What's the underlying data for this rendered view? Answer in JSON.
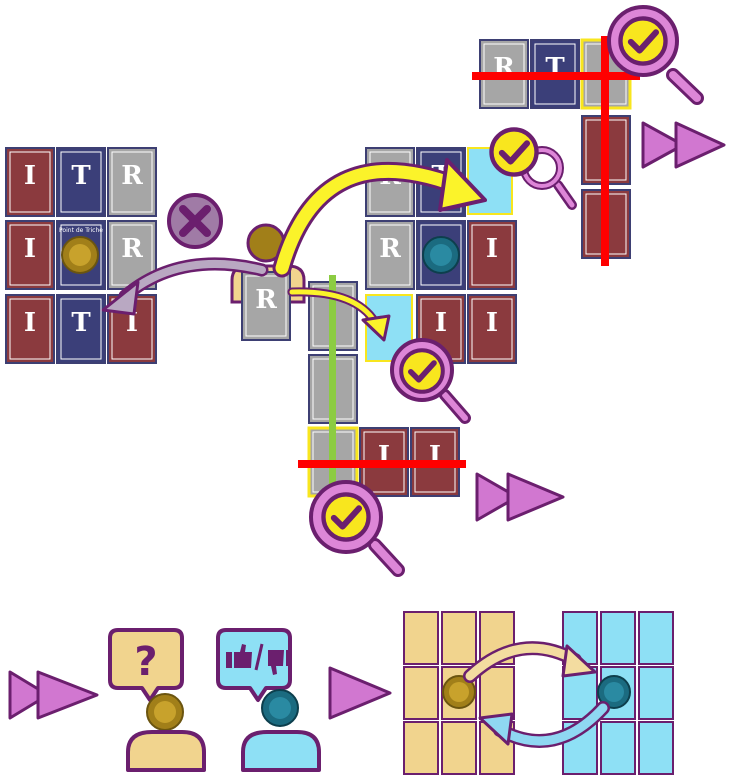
{
  "cards": {
    "red_letter": "I",
    "navy_letter": "T",
    "grey_letter": "R"
  },
  "token": {
    "label": "Point de Triche"
  },
  "colors": {
    "card_red": "#8b3a3e",
    "card_navy": "#3b3f79",
    "card_grey": "#a6a6a6",
    "card_border": "#3d3f73",
    "arrow_yellow": "#fbf32a",
    "arrow_purple": "#6b1f6e",
    "arrow_grey": "#b9a8c2",
    "arrow_beige": "#f3dca0",
    "arrow_cyan": "#8fd7f2",
    "cell_cyan": "#8ee0f5",
    "cell_beige": "#f1d48e",
    "magnifier_pink": "#dd86d7",
    "check_yellow": "#f8e61e",
    "line_red": "#ff0000",
    "line_green": "#8ccc42",
    "play_pink": "#d177d0",
    "token_gold": "#a17f19",
    "token_teal": "#1b6b80",
    "cross_purple": "#a07ba6"
  },
  "icons": [
    "check-magnifier-icon",
    "cross-icon",
    "question-bubble-icon",
    "thumbs-up-down-bubble-icon",
    "play-double-icon",
    "play-icon",
    "swap-arrows-icon",
    "person-icon"
  ],
  "bubbles": {
    "question_mark": "?"
  }
}
